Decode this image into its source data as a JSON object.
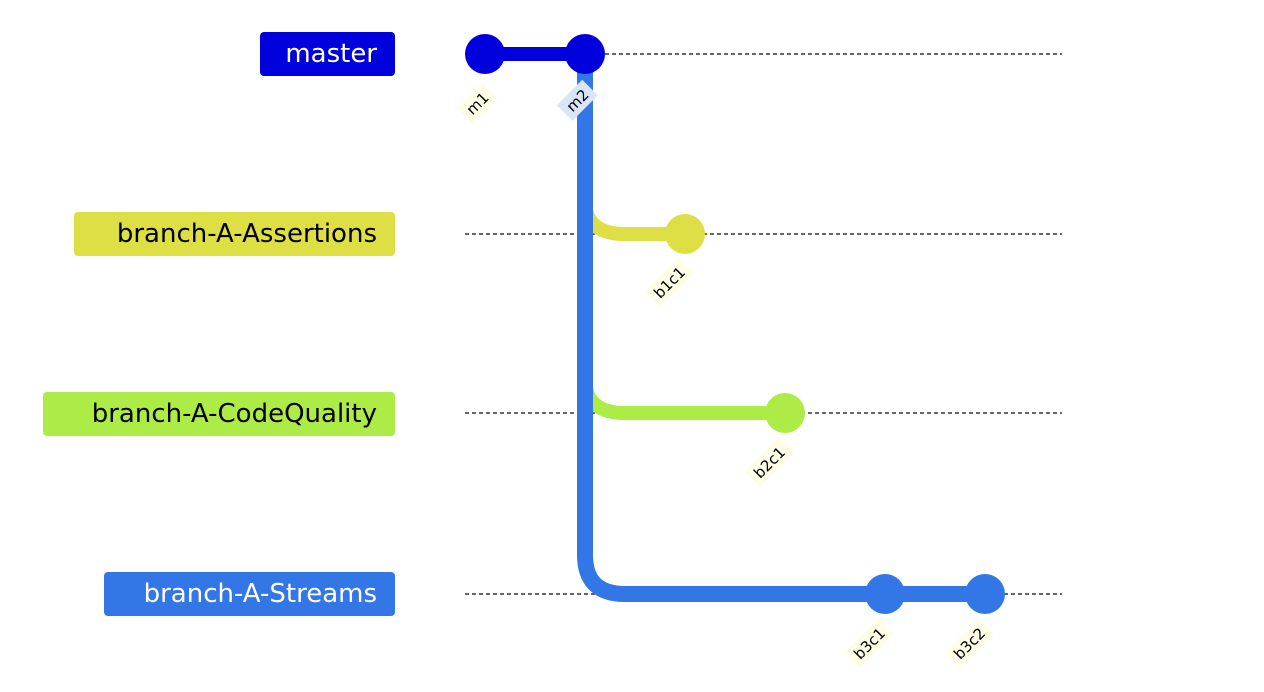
{
  "colors": {
    "master": "#0000dd",
    "branch-A-Assertions": "#dede45",
    "branch-A-CodeQuality": "#adec47",
    "branch-A-Streams": "#3377e6",
    "dashed_line": "#333333"
  },
  "branches": [
    {
      "name": "master",
      "label_text_color": "#ffffff"
    },
    {
      "name": "branch-A-Assertions",
      "label_text_color": "#000000"
    },
    {
      "name": "branch-A-CodeQuality",
      "label_text_color": "#000000"
    },
    {
      "name": "branch-A-Streams",
      "label_text_color": "#ffffff"
    }
  ],
  "commits": [
    {
      "id": "m1",
      "branch": "master"
    },
    {
      "id": "m2",
      "branch": "master"
    },
    {
      "id": "b1c1",
      "branch": "branch-A-Assertions"
    },
    {
      "id": "b2c1",
      "branch": "branch-A-CodeQuality"
    },
    {
      "id": "b3c1",
      "branch": "branch-A-Streams"
    },
    {
      "id": "b3c2",
      "branch": "branch-A-Streams"
    }
  ]
}
